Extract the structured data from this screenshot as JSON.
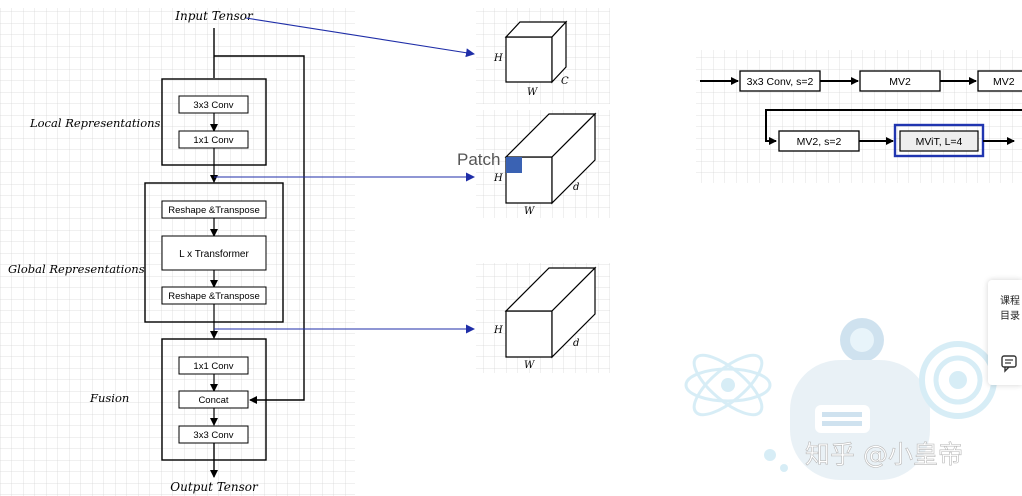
{
  "mobilevit_block": {
    "input_label": "Input Tensor",
    "output_label": "Output Tensor",
    "local_label": "Local Representations",
    "global_label": "Global Representations",
    "fusion_label": "Fusion",
    "local_ops": [
      "3x3 Conv",
      "1x1 Conv"
    ],
    "global_ops": [
      "Reshape &Transpose",
      "L x Transformer",
      "Reshape &Transpose"
    ],
    "fusion_ops": [
      "1x1 Conv",
      "Concat",
      "3x3 Conv"
    ]
  },
  "tensors": {
    "top": {
      "h": "H",
      "w": "W",
      "c": "C"
    },
    "middle": {
      "patch": "Patch",
      "h": "H",
      "w": "W",
      "d": "d"
    },
    "bottom": {
      "h": "H",
      "w": "W",
      "d": "d"
    }
  },
  "architecture": {
    "row1": [
      "3x3 Conv, s=2",
      "MV2",
      "MV2"
    ],
    "row2": [
      "MV2, s=2",
      "MViT, L=4"
    ]
  },
  "side_panel": {
    "line1": "课程",
    "line2": "目录"
  },
  "watermark": "知乎 @小皇帝",
  "colors": {
    "arrow_blue": "#1f2ea8",
    "patch_blue": "#3a62b3",
    "highlight_blue": "#2035b0"
  }
}
